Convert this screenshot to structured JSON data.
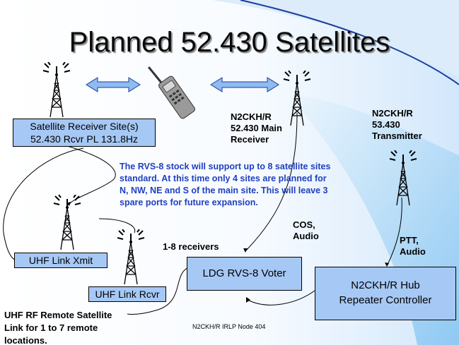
{
  "title": "Planned 52.430 Satellites",
  "boxes": {
    "satellite_receiver": [
      "Satellite Receiver Site(s)",
      "52.430 Rcvr PL 131.8Hz"
    ],
    "uhf_link_xmit": "UHF Link Xmit",
    "uhf_link_rcvr": "UHF Link Rcvr",
    "voter": "LDG RVS-8 Voter",
    "hub": [
      "N2CKH/R Hub",
      "Repeater Controller"
    ]
  },
  "labels": {
    "main_receiver": [
      "N2CKH/R",
      "52.430 Main",
      "Receiver"
    ],
    "transmitter": [
      "N2CKH/R",
      "53.430",
      "Transmitter"
    ],
    "receivers_count": "1-8 receivers",
    "cos_audio": [
      "COS,",
      "Audio"
    ],
    "ptt_audio": [
      "PTT,",
      "Audio"
    ],
    "uhf_rf_remote": [
      "UHF RF Remote Satellite",
      "Link for 1 to 7 remote",
      "locations."
    ]
  },
  "description": [
    "The RVS-8 stock will support up to 8 satellite sites",
    "standard. At this time only 4 sites are planned for",
    "N, NW, NE and S of the main site. This will leave 3",
    "spare ports for future expansion."
  ],
  "footer": "N2CKH/R IRLP Node 404",
  "icons": [
    "radio-tower-icon",
    "handheld-radio-icon",
    "double-arrow-icon"
  ],
  "colors": {
    "box_fill": "#a6c8f5",
    "arrow_fill": "#8fbcf0",
    "body_text": "#1f3fbf",
    "beam": "#9fcff5"
  }
}
